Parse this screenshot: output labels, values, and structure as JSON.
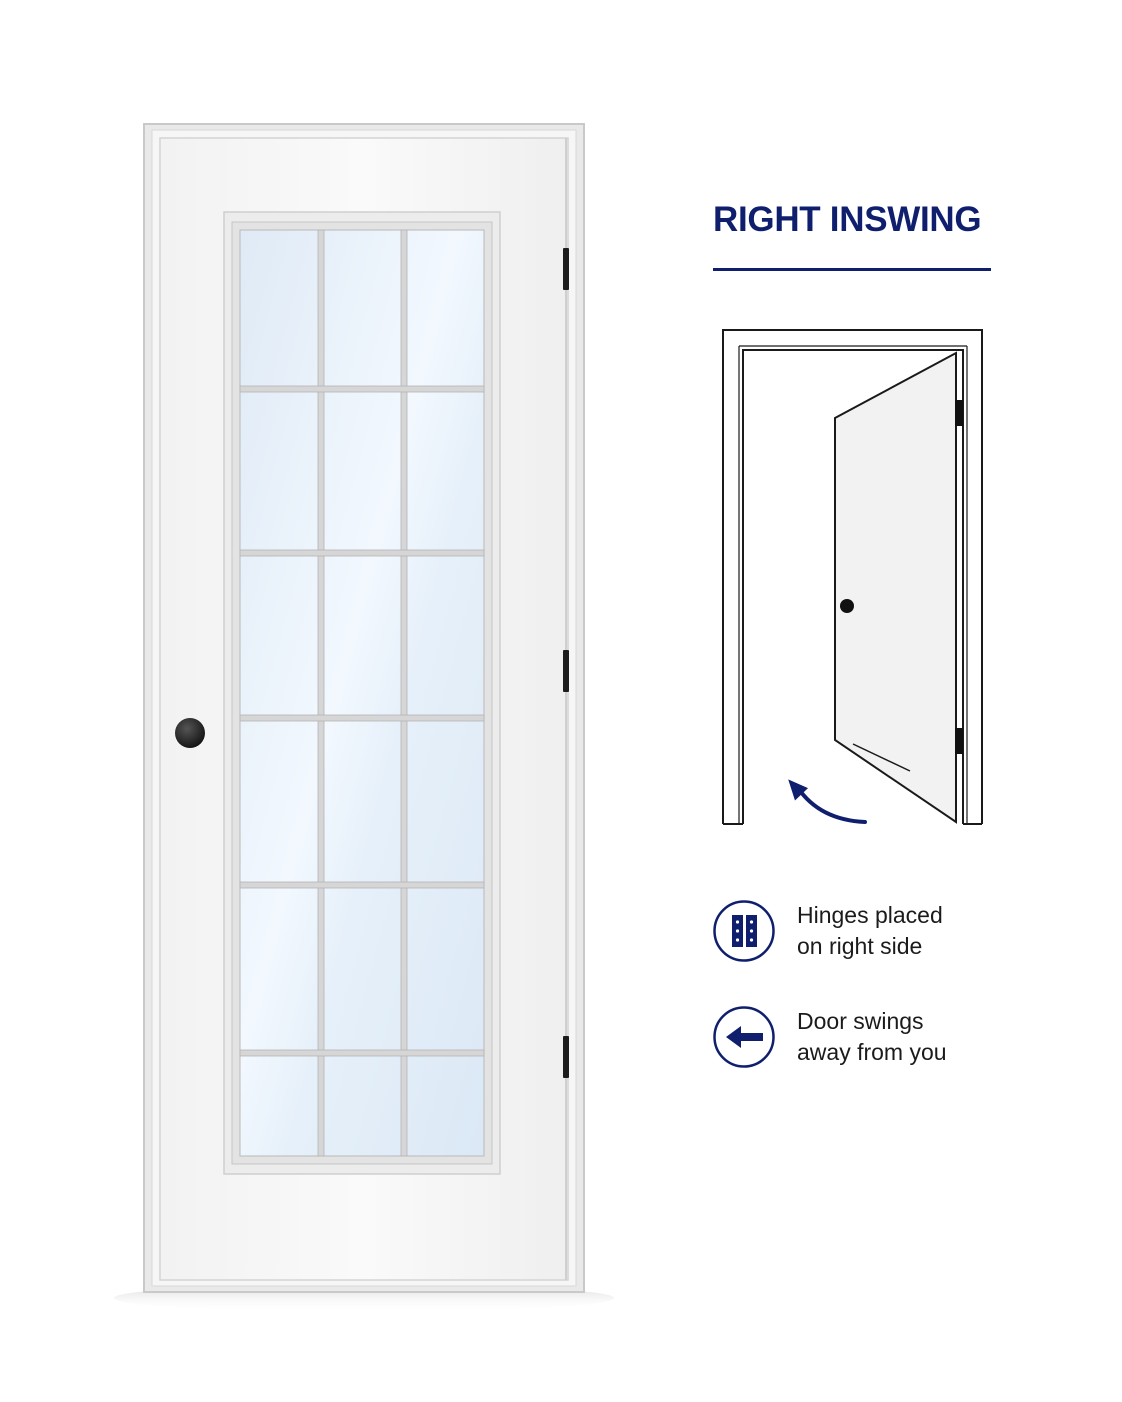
{
  "title": "RIGHT INSWING",
  "features": [
    {
      "icon": "hinge-icon",
      "line1": "Hinges placed",
      "line2": "on right side"
    },
    {
      "icon": "arrow-left-icon",
      "line1": "Door swings",
      "line2": "away from you"
    }
  ],
  "colors": {
    "accent": "#0f1f6e",
    "glass": "#e8f2fb",
    "door": "#f4f4f4",
    "knob": "#1a1a1a"
  }
}
